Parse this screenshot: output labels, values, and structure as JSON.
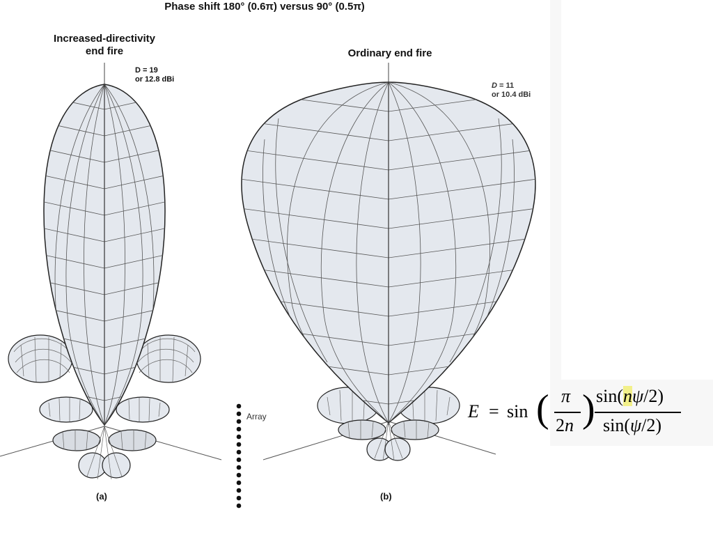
{
  "title": "Phase shift 180° (0.6π) versus 90° (0.5π)",
  "figure_a": {
    "title_line1": "Increased-directivity",
    "title_line2": "end fire",
    "directivity_line1": "D = 19",
    "directivity_line2": "or 12.8 dBi",
    "caption": "(a)"
  },
  "figure_b": {
    "title": "Ordinary end fire",
    "directivity_prefix": "D",
    "directivity_line1": " = 11",
    "directivity_line2": "or 10.4 dBi",
    "caption": "(b)"
  },
  "array_label": "Array",
  "array_dot_count": 14,
  "formula": {
    "lhs": "E",
    "equals": "=",
    "func": "sin",
    "open_paren": "(",
    "close_paren": ")",
    "inner_numerator": "π",
    "inner_denominator_coef": "2",
    "inner_denominator_var": "n",
    "num_prefix": "sin(",
    "num_n": "n",
    "num_psi": "ψ",
    "num_suffix": "/2)",
    "den_prefix": "sin(",
    "den_psi": "ψ",
    "den_suffix": "/2)",
    "highlight_color": "#f2f08a"
  },
  "colors": {
    "lobe_fill": "#e4e8ee",
    "lobe_stroke": "#222222",
    "mesh_line": "#555555",
    "background": "#ffffff"
  }
}
